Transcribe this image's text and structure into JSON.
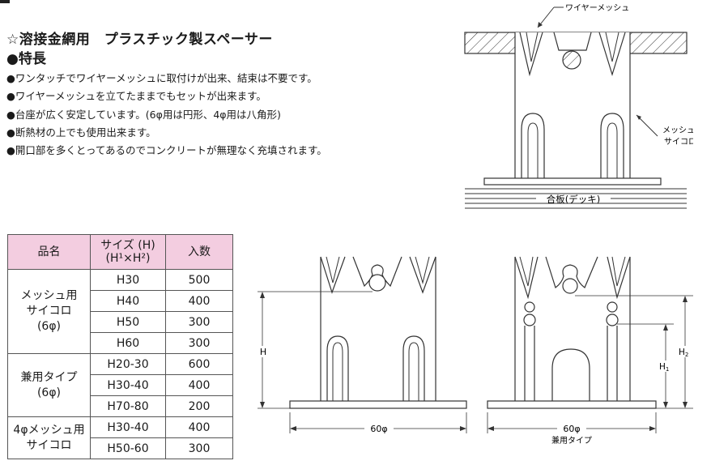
{
  "title": "☆溶接金網用　プラスチック製スペーサー",
  "features_heading": "●特長",
  "features": [
    "●ワンタッチでワイヤーメッシュに取付けが出来、結束は不要です。",
    "●ワイヤーメッシュを立てたままでもセットが出来ます。",
    "●台座が広く安定しています。(6φ用は円形、4φ用は八角形)",
    "●断熱材の上でも使用出来ます。",
    "●開口部を多くとってあるのでコンクリートが無理なく充填されます。"
  ],
  "diagram_top": {
    "wire_mesh_label": "ワイヤーメッシュ",
    "spacer_label_line1": "メッシュ用",
    "spacer_label_line2": "サイコロ",
    "deck_label": "合板(デッキ)"
  },
  "table": {
    "headers": [
      "品名",
      "サイズ (H)",
      "(H¹×H²)",
      "入数"
    ],
    "groups": [
      {
        "name_lines": [
          "メッシュ用",
          "サイコロ",
          "(6φ)"
        ],
        "rows": [
          [
            "H30",
            "500"
          ],
          [
            "H40",
            "400"
          ],
          [
            "H50",
            "300"
          ],
          [
            "H60",
            "300"
          ]
        ]
      },
      {
        "name_lines": [
          "兼用タイプ",
          "(6φ)"
        ],
        "rows": [
          [
            "H20-30",
            "600"
          ],
          [
            "H30-40",
            "400"
          ],
          [
            "H70-80",
            "200"
          ]
        ]
      },
      {
        "name_lines": [
          "4φメッシュ用",
          "サイコロ"
        ],
        "rows": [
          [
            "H30-40",
            "400"
          ],
          [
            "H50-60",
            "300"
          ]
        ]
      }
    ]
  },
  "diagram_left": {
    "height_label": "H",
    "width_label": "60φ"
  },
  "diagram_right": {
    "h1_label": "H",
    "h1_sub": "1",
    "h2_label": "H",
    "h2_sub": "2",
    "width_label": "60φ",
    "caption": "兼用タイプ"
  }
}
